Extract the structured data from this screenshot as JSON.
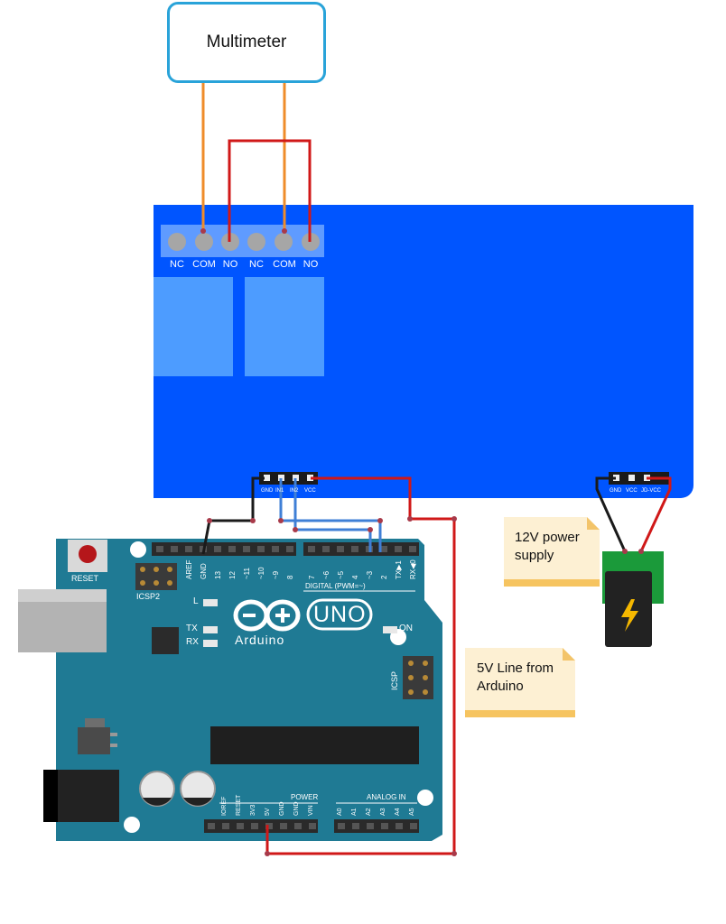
{
  "multimeter": {
    "label": "Multimeter"
  },
  "relay": {
    "terminals": [
      "NC",
      "COM",
      "NO",
      "NC",
      "COM",
      "NO"
    ],
    "control_header": [
      "GND",
      "IN1",
      "IN2",
      "VCC"
    ],
    "power_header": [
      "GND",
      "VCC",
      "JD-VCC"
    ]
  },
  "notes": {
    "power_supply": "12V power supply",
    "five_volt": "5V Line from Arduino"
  },
  "arduino": {
    "reset": "RESET",
    "icsp2": "ICSP2",
    "icsp": "ICSP",
    "brand_mark": "UNO",
    "brand_name": "Arduino",
    "led_l": "L",
    "led_tx": "TX",
    "led_rx": "RX",
    "led_on": "ON",
    "digital_label": "DIGITAL (PWM=~)",
    "power_label": "POWER",
    "analog_label": "ANALOG IN",
    "top_pins": [
      "AREF",
      "GND",
      "13",
      "12",
      "~11",
      "~10",
      "~9",
      "8",
      "7",
      "~6",
      "~5",
      "4",
      "~3",
      "2",
      "TX▶1",
      "RX◀0"
    ],
    "bottom_pins": [
      "IOREF",
      "RESET",
      "3V3",
      "5V",
      "GND",
      "GND",
      "VIN",
      "A0",
      "A1",
      "A2",
      "A3",
      "A4",
      "A5"
    ]
  },
  "colors": {
    "relay_blue": "#0055ff",
    "arduino_teal": "#1f7a94",
    "wire_red": "#d01818",
    "wire_black": "#1a1a1a",
    "wire_orange": "#ef8c2a",
    "wire_blue": "#3f7fd6",
    "multimeter_border": "#29a3d9"
  }
}
